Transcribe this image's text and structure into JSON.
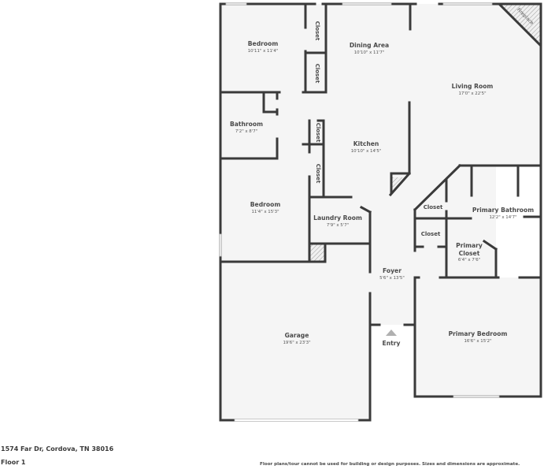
{
  "plan": {
    "rooms": [
      {
        "name": "Bedroom",
        "dims": "10'11\" x 11'4\""
      },
      {
        "name": "Dining Area",
        "dims": "10'10\" x 11'7\""
      },
      {
        "name": "Living Room",
        "dims": "17'0\" x 22'5\""
      },
      {
        "name": "Bathroom",
        "dims": "7'2\" x 8'7\""
      },
      {
        "name": "Kitchen",
        "dims": "10'10\" x 14'5\""
      },
      {
        "name": "Bedroom",
        "dims": "11'4\" x 15'3\""
      },
      {
        "name": "Laundry Room",
        "dims": "7'9\" x 5'7\""
      },
      {
        "name": "Primary Bathroom",
        "dims": "12'2\" x 14'7\""
      },
      {
        "name": "Primary",
        "name2": "Closet",
        "dims": "6'4\" x 7'6\""
      },
      {
        "name": "Foyer",
        "dims": "5'6\" x 13'5\""
      },
      {
        "name": "Garage",
        "dims": "19'6\" x 23'3\""
      },
      {
        "name": "Primary Bedroom",
        "dims": "16'6\" x 15'2\""
      }
    ],
    "closets": [
      "Closet",
      "Closet",
      "Closet",
      "Closet",
      "Closet",
      "Closet"
    ],
    "fireplace_label": "Fireplace",
    "entry_label": "Entry"
  },
  "footer": {
    "address": "1574 Far Dr, Cordova, TN 38016",
    "floor": "Floor 1",
    "disclaimer": "Floor plans/tour cannot be used for building or design purposes. Sizes and dimensions are approximate."
  },
  "colors": {
    "wall": "#3a3a3a",
    "floor": "#f5f5f5",
    "window": "#d9d9d9",
    "background": "#ffffff"
  }
}
